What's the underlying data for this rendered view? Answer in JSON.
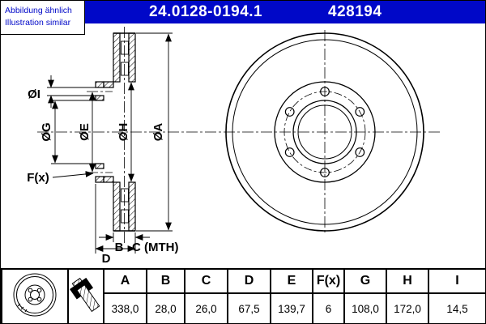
{
  "header": {
    "part_number": "24.0128-0194.1",
    "ref_number": "428194"
  },
  "note": {
    "line1": "Abbildung ähnlich",
    "line2": "Illustration similar"
  },
  "drawing": {
    "labels": {
      "dia_i": "ØI",
      "dia_g": "ØG",
      "dia_e": "ØE",
      "dia_h": "ØH",
      "dia_a": "ØA",
      "f": "F(x)",
      "b": "B",
      "c": "C (MTH)",
      "d": "D"
    }
  },
  "table": {
    "headers": [
      "A",
      "B",
      "C",
      "D",
      "E",
      "F(x)",
      "G",
      "H",
      "I"
    ],
    "values": [
      "338,0",
      "28,0",
      "26,0",
      "67,5",
      "139,7",
      "6",
      "108,0",
      "172,0",
      "14,5"
    ]
  },
  "colors": {
    "ate_blue": "#0008C8",
    "line": "#000000"
  }
}
